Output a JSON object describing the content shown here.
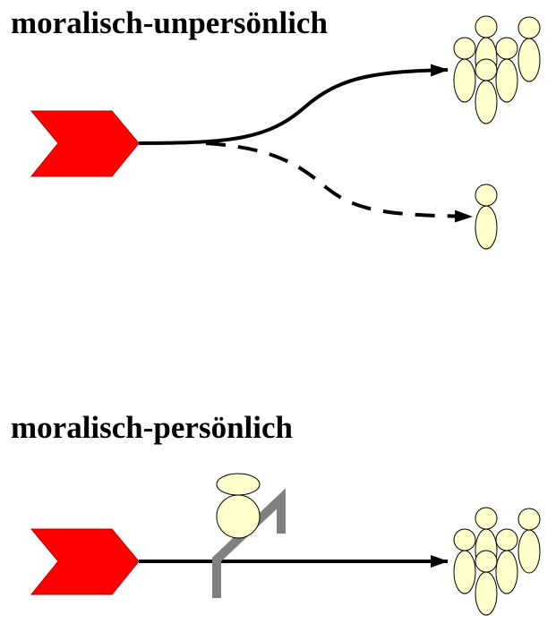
{
  "titles": {
    "impersonal": "moralisch-unpersönlich",
    "personal": "moralisch-persönlich"
  },
  "colors": {
    "trolley": "#ff0000",
    "person_fill": "#ffffcc",
    "lever": "#808080",
    "track": "#000000"
  },
  "scenarios": [
    {
      "name": "impersonal",
      "group_size": 5,
      "alternative_group_size": 1
    },
    {
      "name": "personal",
      "group_size": 5,
      "bystander_count": 1
    }
  ]
}
